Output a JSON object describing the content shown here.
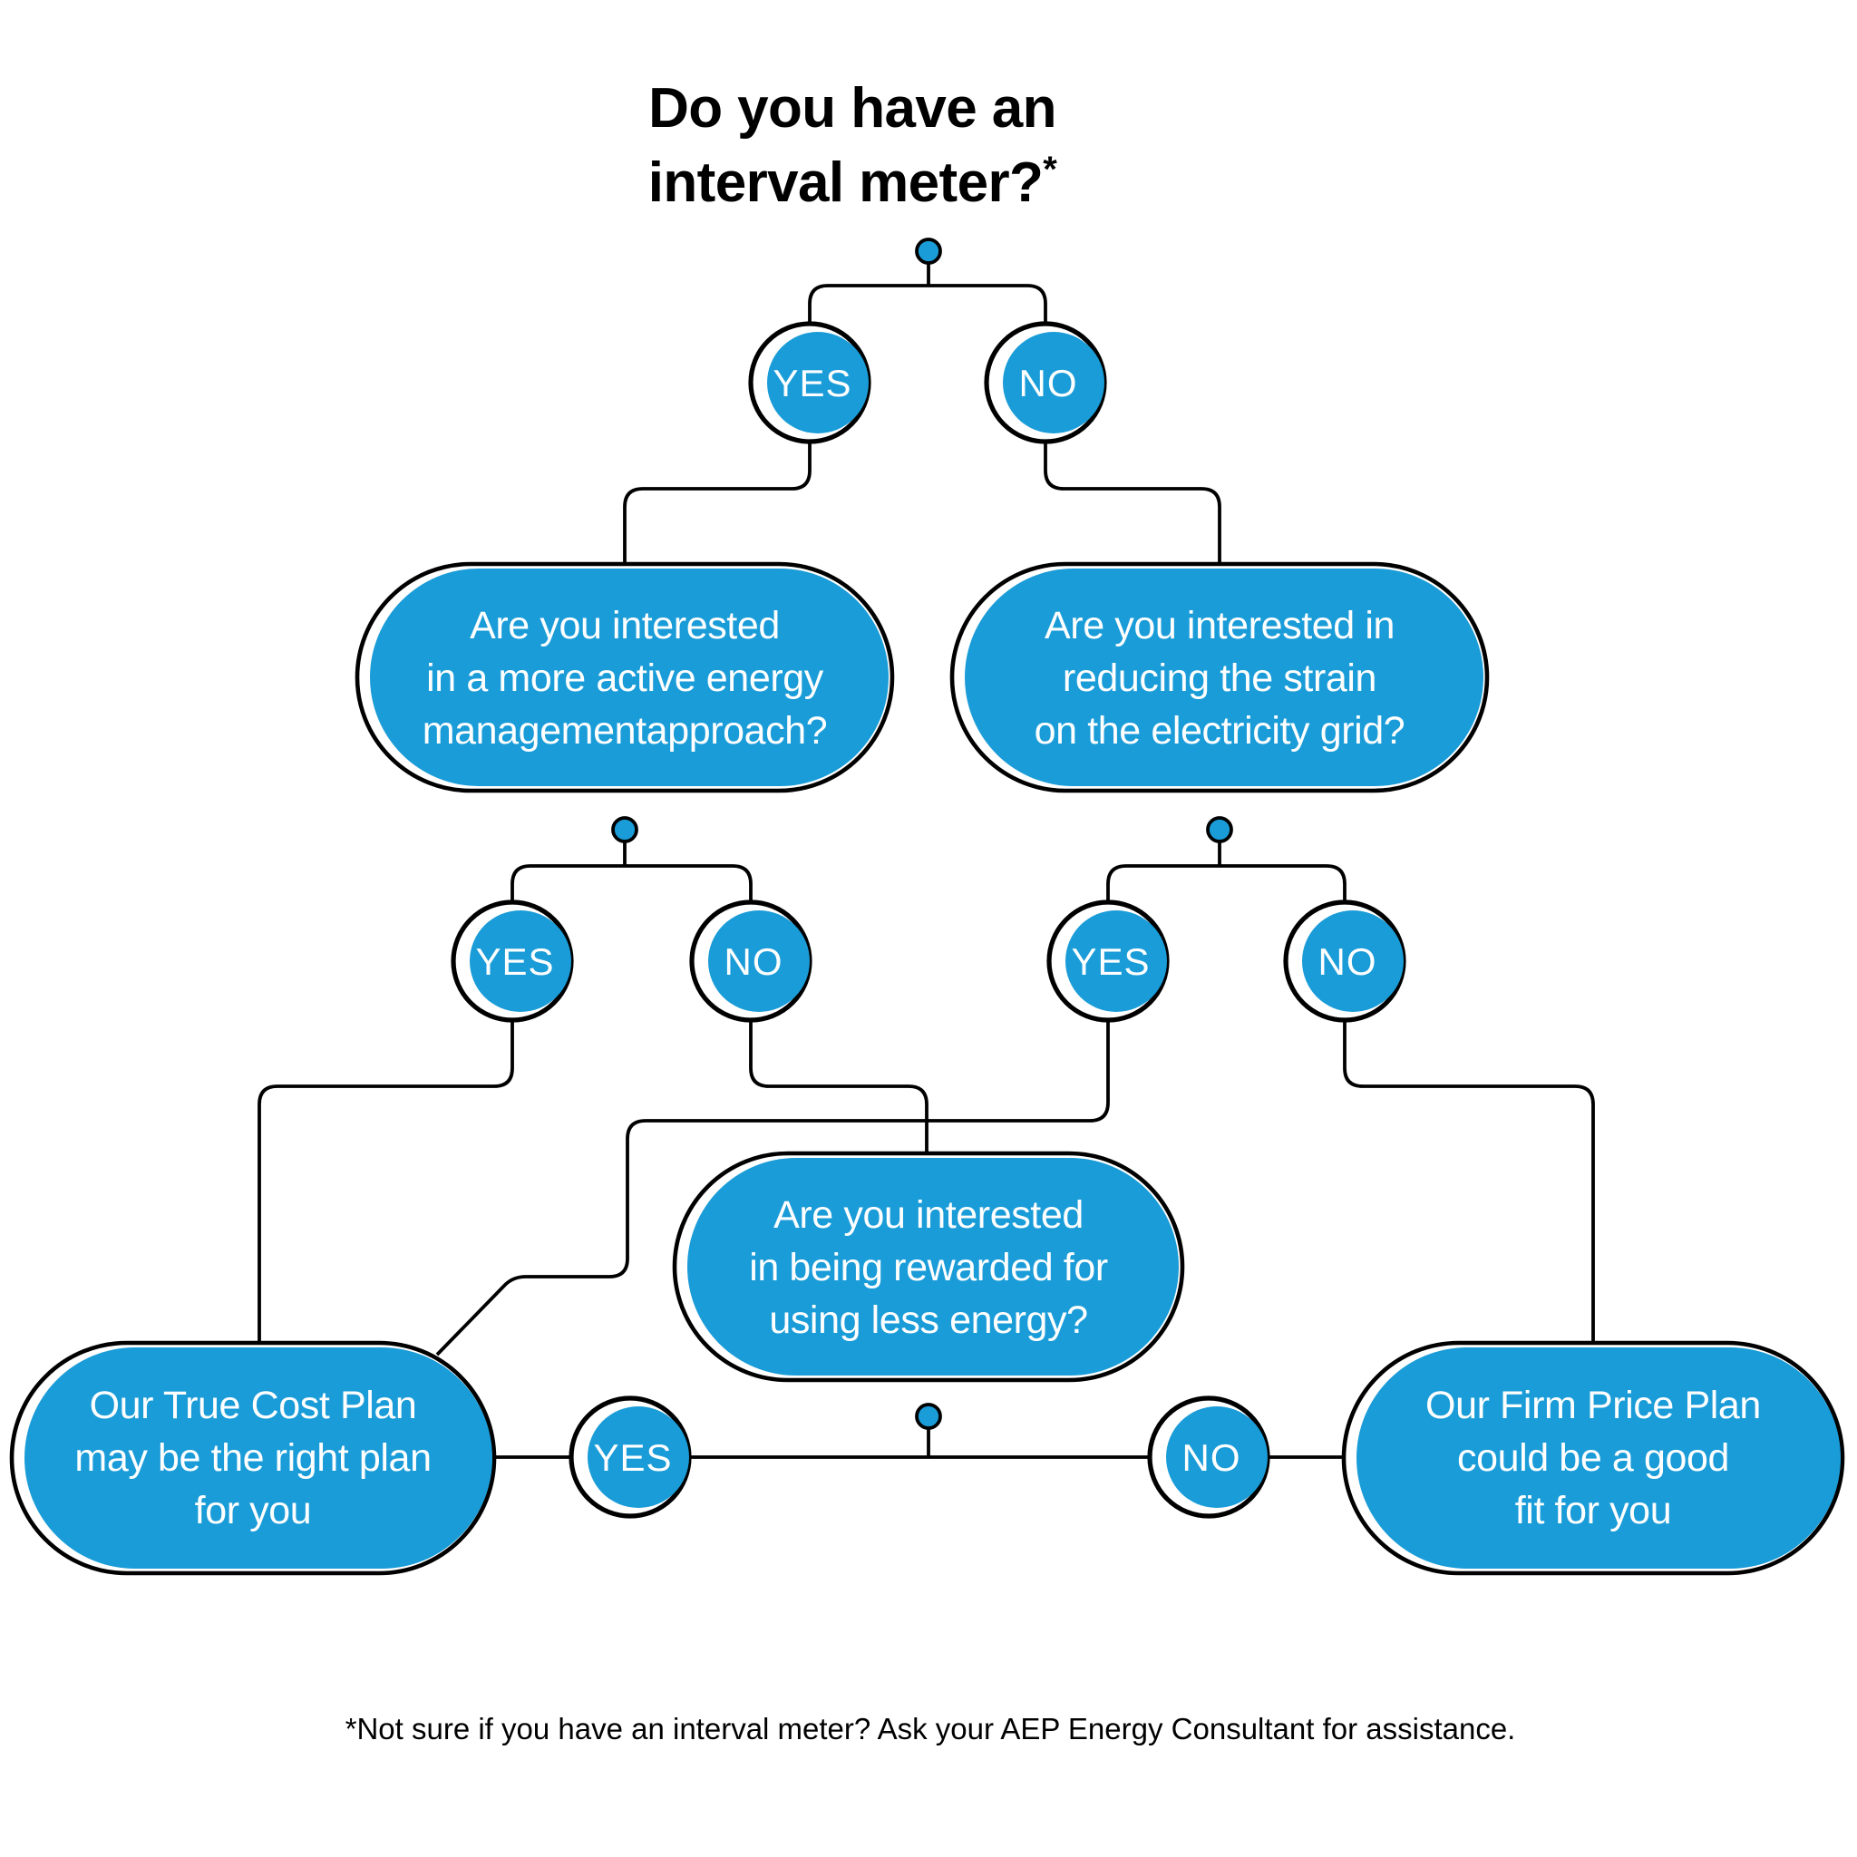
{
  "title": {
    "line1": "Do you have an",
    "line2": "interval meter?",
    "footnote_marker": "*"
  },
  "colors": {
    "brand_blue": "#1A9CD8",
    "line_black": "#000000",
    "text_white": "#FFFFFF"
  },
  "tree": {
    "root": {
      "yes_label": "YES",
      "no_label": "NO"
    },
    "question_active_energy": {
      "lines": [
        "Are you interested",
        "in a more active energy",
        "managementapproach?"
      ],
      "yes_label": "YES",
      "no_label": "NO"
    },
    "question_grid_strain": {
      "lines": [
        "Are you interested in",
        "reducing the strain",
        "on the electricity grid?"
      ],
      "yes_label": "YES",
      "no_label": "NO"
    },
    "question_rewarded": {
      "lines": [
        "Are you interested",
        "in being rewarded for",
        "using less energy?"
      ],
      "yes_label": "YES",
      "no_label": "NO"
    },
    "result_true_cost": {
      "lines": [
        "Our True Cost Plan",
        "may be the right plan",
        "for you"
      ]
    },
    "result_firm_price": {
      "lines": [
        "Our Firm Price Plan",
        "could be a good",
        "fit for you"
      ]
    }
  },
  "footer": {
    "note": "*Not sure if you have an interval meter? Ask your AEP Energy Consultant for assistance."
  }
}
